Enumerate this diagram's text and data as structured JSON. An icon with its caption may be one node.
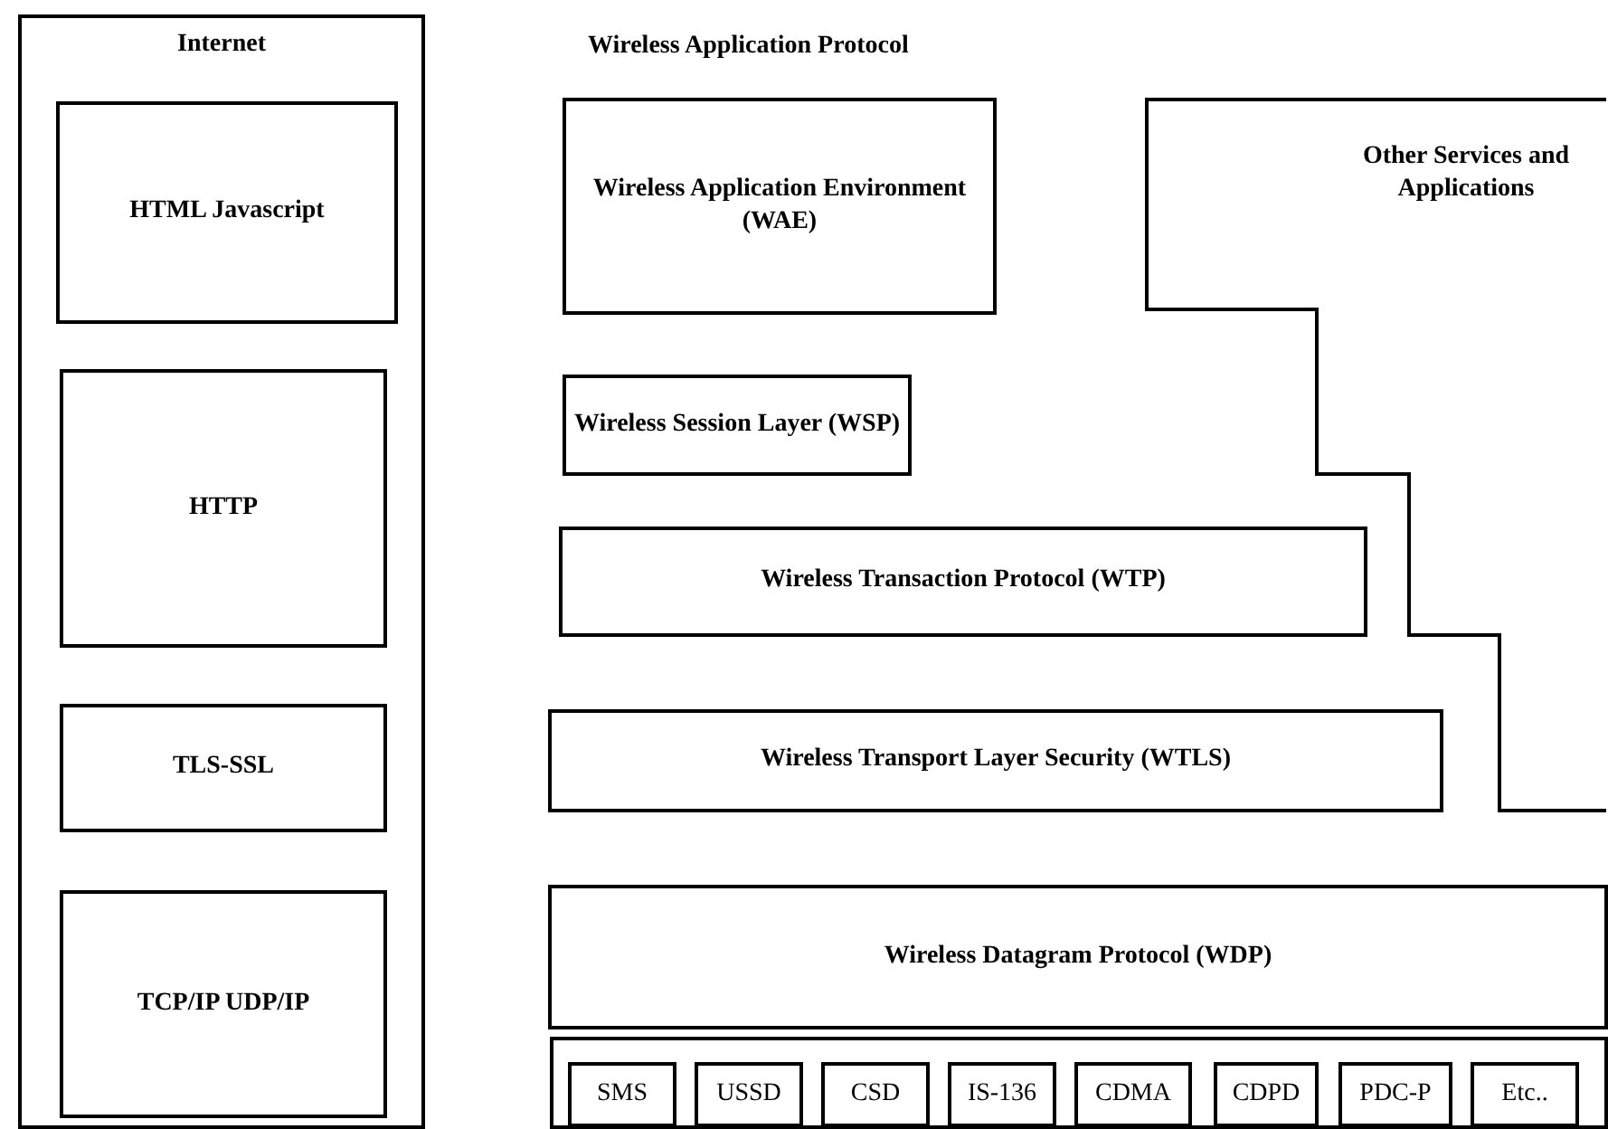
{
  "diagram": {
    "nodes": [
      {
        "text": [
          "Internet"
        ]
      },
      {
        "text": [
          "HTML Javascript"
        ],
        "in": 0
      },
      {
        "text": [
          "HTTP"
        ],
        "in": 0
      },
      {
        "text": [
          "TLS-SSL"
        ],
        "in": 0
      },
      {
        "text": [
          "TCP/IP UDP/IP"
        ],
        "in": 0
      },
      {
        "text": [
          "Wireless Application Environment (WAE)"
        ]
      },
      {
        "text": [
          "Other Services and Applications"
        ]
      },
      {
        "text": [
          "Wireless Session Layer (WSP)"
        ]
      },
      {
        "text": [
          "Wireless Transaction Protocol (WTP)"
        ]
      },
      {
        "text": [
          "Wireless Transport Layer Security (WTLS)"
        ]
      },
      {
        "text": [
          "Wireless Datagram Protocol (WDP)"
        ]
      },
      {
        "text": [],
        "shape": "box"
      },
      {
        "text": [
          "SMS"
        ],
        "in": 11
      },
      {
        "text": [
          "USSD"
        ],
        "in": 11
      },
      {
        "text": [
          "CSD"
        ],
        "in": 11
      },
      {
        "text": [
          "IS-136"
        ],
        "in": 11
      },
      {
        "text": [
          "CDMA"
        ],
        "in": 11
      },
      {
        "text": [
          "CDPD"
        ],
        "in": 11
      },
      {
        "text": [
          "PDC-P"
        ],
        "in": 11
      },
      {
        "text": [
          "Etc.."
        ],
        "in": 11
      }
    ],
    "edges": [],
    "labels": [
      "Wireless Application Protocol"
    ]
  }
}
